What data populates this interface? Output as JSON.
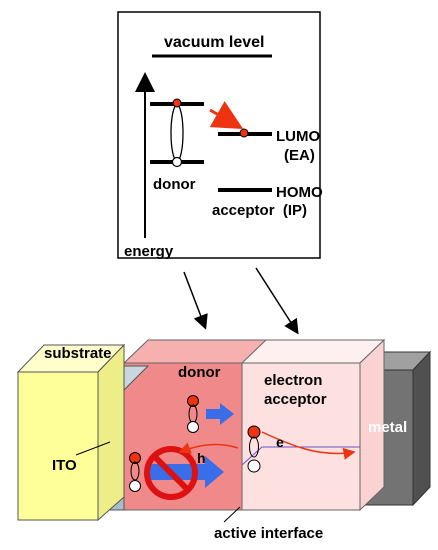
{
  "energy_diagram": {
    "vacuum_level": "vacuum level",
    "lumo": "LUMO",
    "ea": "(EA)",
    "donor": "donor",
    "homo": "HOMO",
    "acceptor_ip": "acceptor  (IP)",
    "energy": "energy"
  },
  "device": {
    "substrate": "substrate",
    "donor": "donor",
    "electron": "electron",
    "acceptor": "acceptor",
    "metal": "metal",
    "ito": "ITO",
    "e_label": "e",
    "h_label": "h",
    "active_interface": "active interface"
  },
  "colors": {
    "substrate": "#ffff99",
    "ito": "#a9bcc8",
    "donor": "#f08a8a",
    "acceptor": "#fde0e0",
    "metal": "#707070",
    "arrow_blue": "#3a6ee8",
    "arrow_red": "#ee3311"
  }
}
